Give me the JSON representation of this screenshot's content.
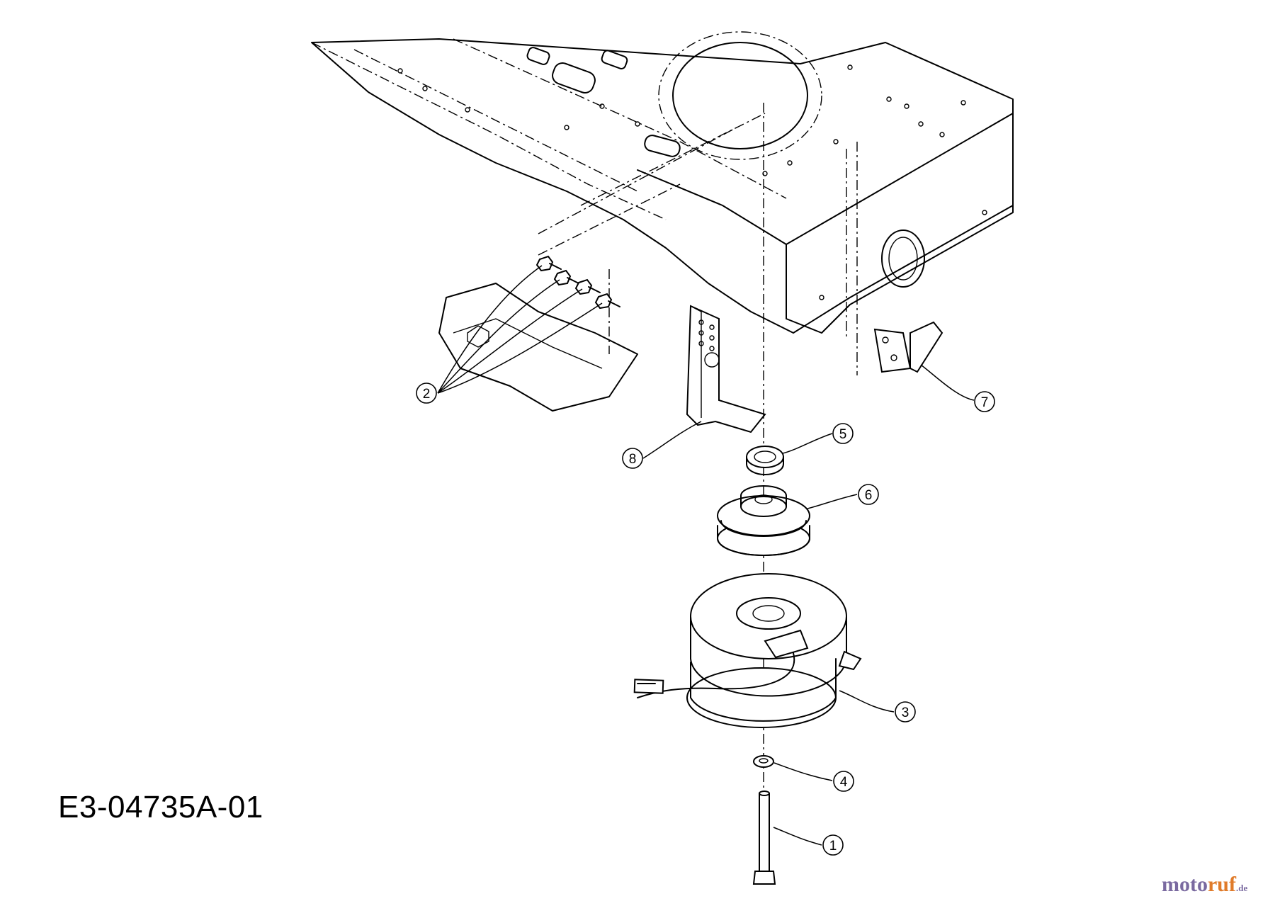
{
  "drawing_code": "E3-04735A-01",
  "watermark": {
    "part1": "moto",
    "part2": "ruf",
    "part3": ".de"
  },
  "callouts": [
    {
      "id": "1",
      "label": "1"
    },
    {
      "id": "2",
      "label": "2"
    },
    {
      "id": "3",
      "label": "3"
    },
    {
      "id": "4",
      "label": "4"
    },
    {
      "id": "5",
      "label": "5"
    },
    {
      "id": "6",
      "label": "6"
    },
    {
      "id": "7",
      "label": "7"
    },
    {
      "id": "8",
      "label": "8"
    }
  ]
}
